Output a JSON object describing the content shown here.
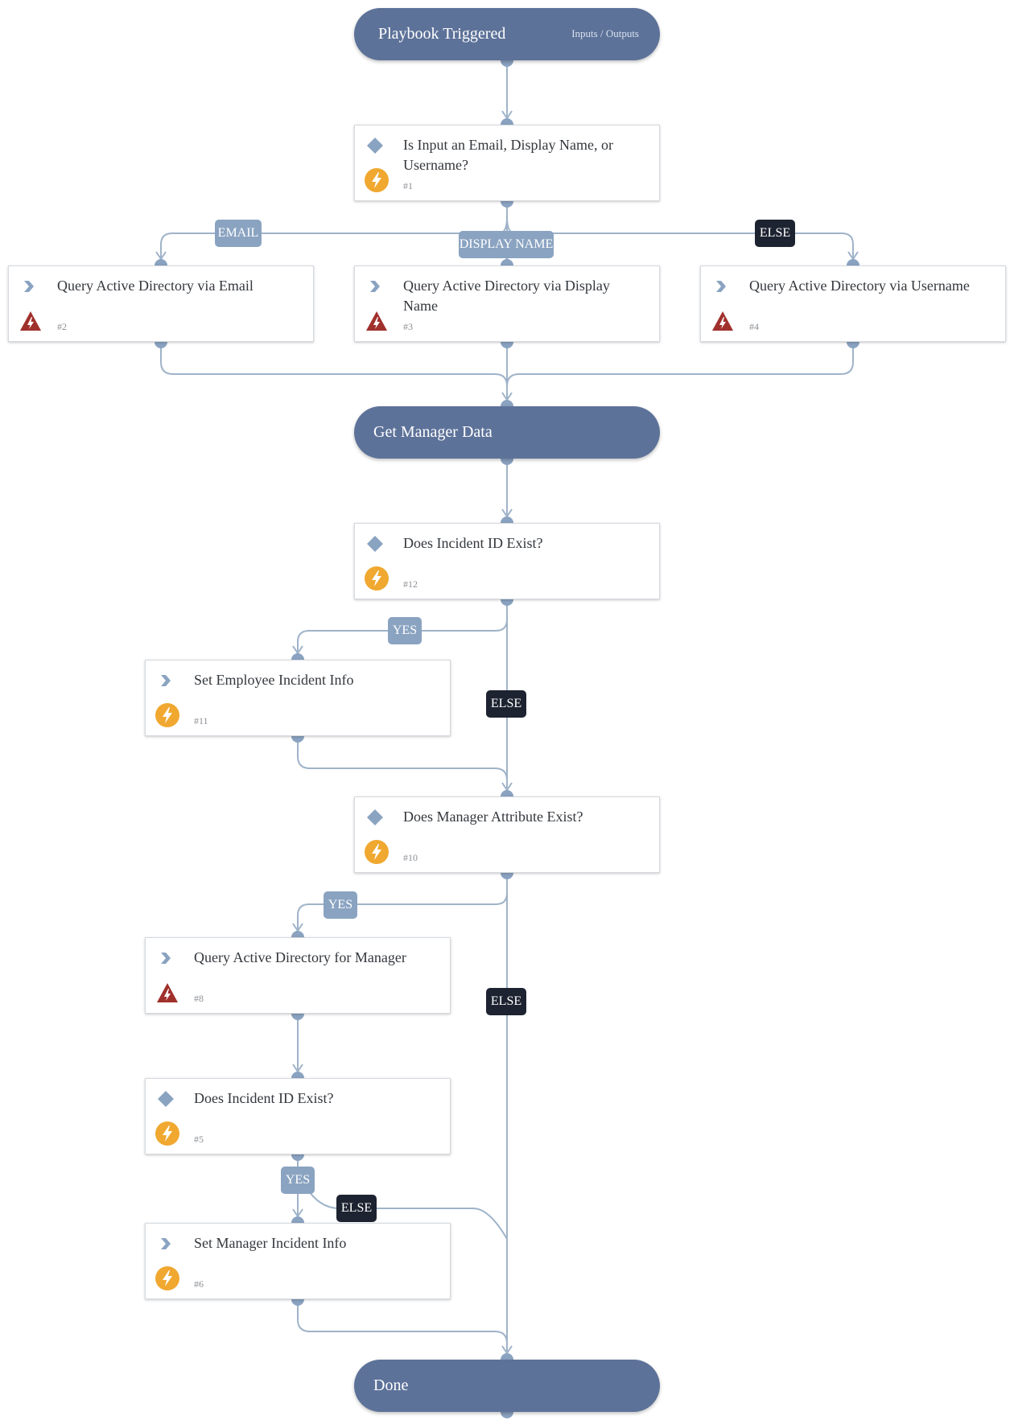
{
  "colors": {
    "section": "#5d7299",
    "edge": "#9fb3c9",
    "port": "#8aa3c1",
    "label_condition": "#8aa3c1",
    "label_else": "#1d2330",
    "icon_lightning": "#f0a830",
    "icon_warning": "#a0302c"
  },
  "sections": {
    "trigger": {
      "title": "Playbook Triggered",
      "subtitle": "Inputs / Outputs"
    },
    "manager": {
      "title": "Get Manager Data"
    },
    "done": {
      "title": "Done"
    }
  },
  "tasks": {
    "t1": {
      "title": "Is Input an Email, Display Name, or Username?",
      "number": "#1",
      "type_icon": "condition-diamond-icon",
      "status_icon": "lightning-icon"
    },
    "t2": {
      "title": "Query Active Directory via Email",
      "number": "#2",
      "type_icon": "chevron-right-icon",
      "status_icon": "warning-icon"
    },
    "t3": {
      "title": "Query Active Directory via Display Name",
      "number": "#3",
      "type_icon": "chevron-right-icon",
      "status_icon": "warning-icon"
    },
    "t4": {
      "title": "Query Active Directory via Username",
      "number": "#4",
      "type_icon": "chevron-right-icon",
      "status_icon": "warning-icon"
    },
    "t12": {
      "title": "Does Incident ID Exist?",
      "number": "#12",
      "type_icon": "condition-diamond-icon",
      "status_icon": "lightning-icon"
    },
    "t11": {
      "title": "Set Employee Incident Info",
      "number": "#11",
      "type_icon": "chevron-right-icon",
      "status_icon": "lightning-icon"
    },
    "t10": {
      "title": "Does Manager Attribute Exist?",
      "number": "#10",
      "type_icon": "condition-diamond-icon",
      "status_icon": "lightning-icon"
    },
    "t8": {
      "title": "Query Active Directory for Manager",
      "number": "#8",
      "type_icon": "chevron-right-icon",
      "status_icon": "warning-icon"
    },
    "t5": {
      "title": "Does Incident ID Exist?",
      "number": "#5",
      "type_icon": "condition-diamond-icon",
      "status_icon": "lightning-icon"
    },
    "t6": {
      "title": "Set Manager Incident Info",
      "number": "#6",
      "type_icon": "chevron-right-icon",
      "status_icon": "lightning-icon"
    }
  },
  "edge_labels": {
    "email": "EMAIL",
    "display_name": "DISPLAY NAME",
    "else_t1": "ELSE",
    "yes_t12": "YES",
    "else_t12": "ELSE",
    "yes_t10": "YES",
    "else_t10": "ELSE",
    "yes_t5": "YES",
    "else_t5": "ELSE"
  }
}
